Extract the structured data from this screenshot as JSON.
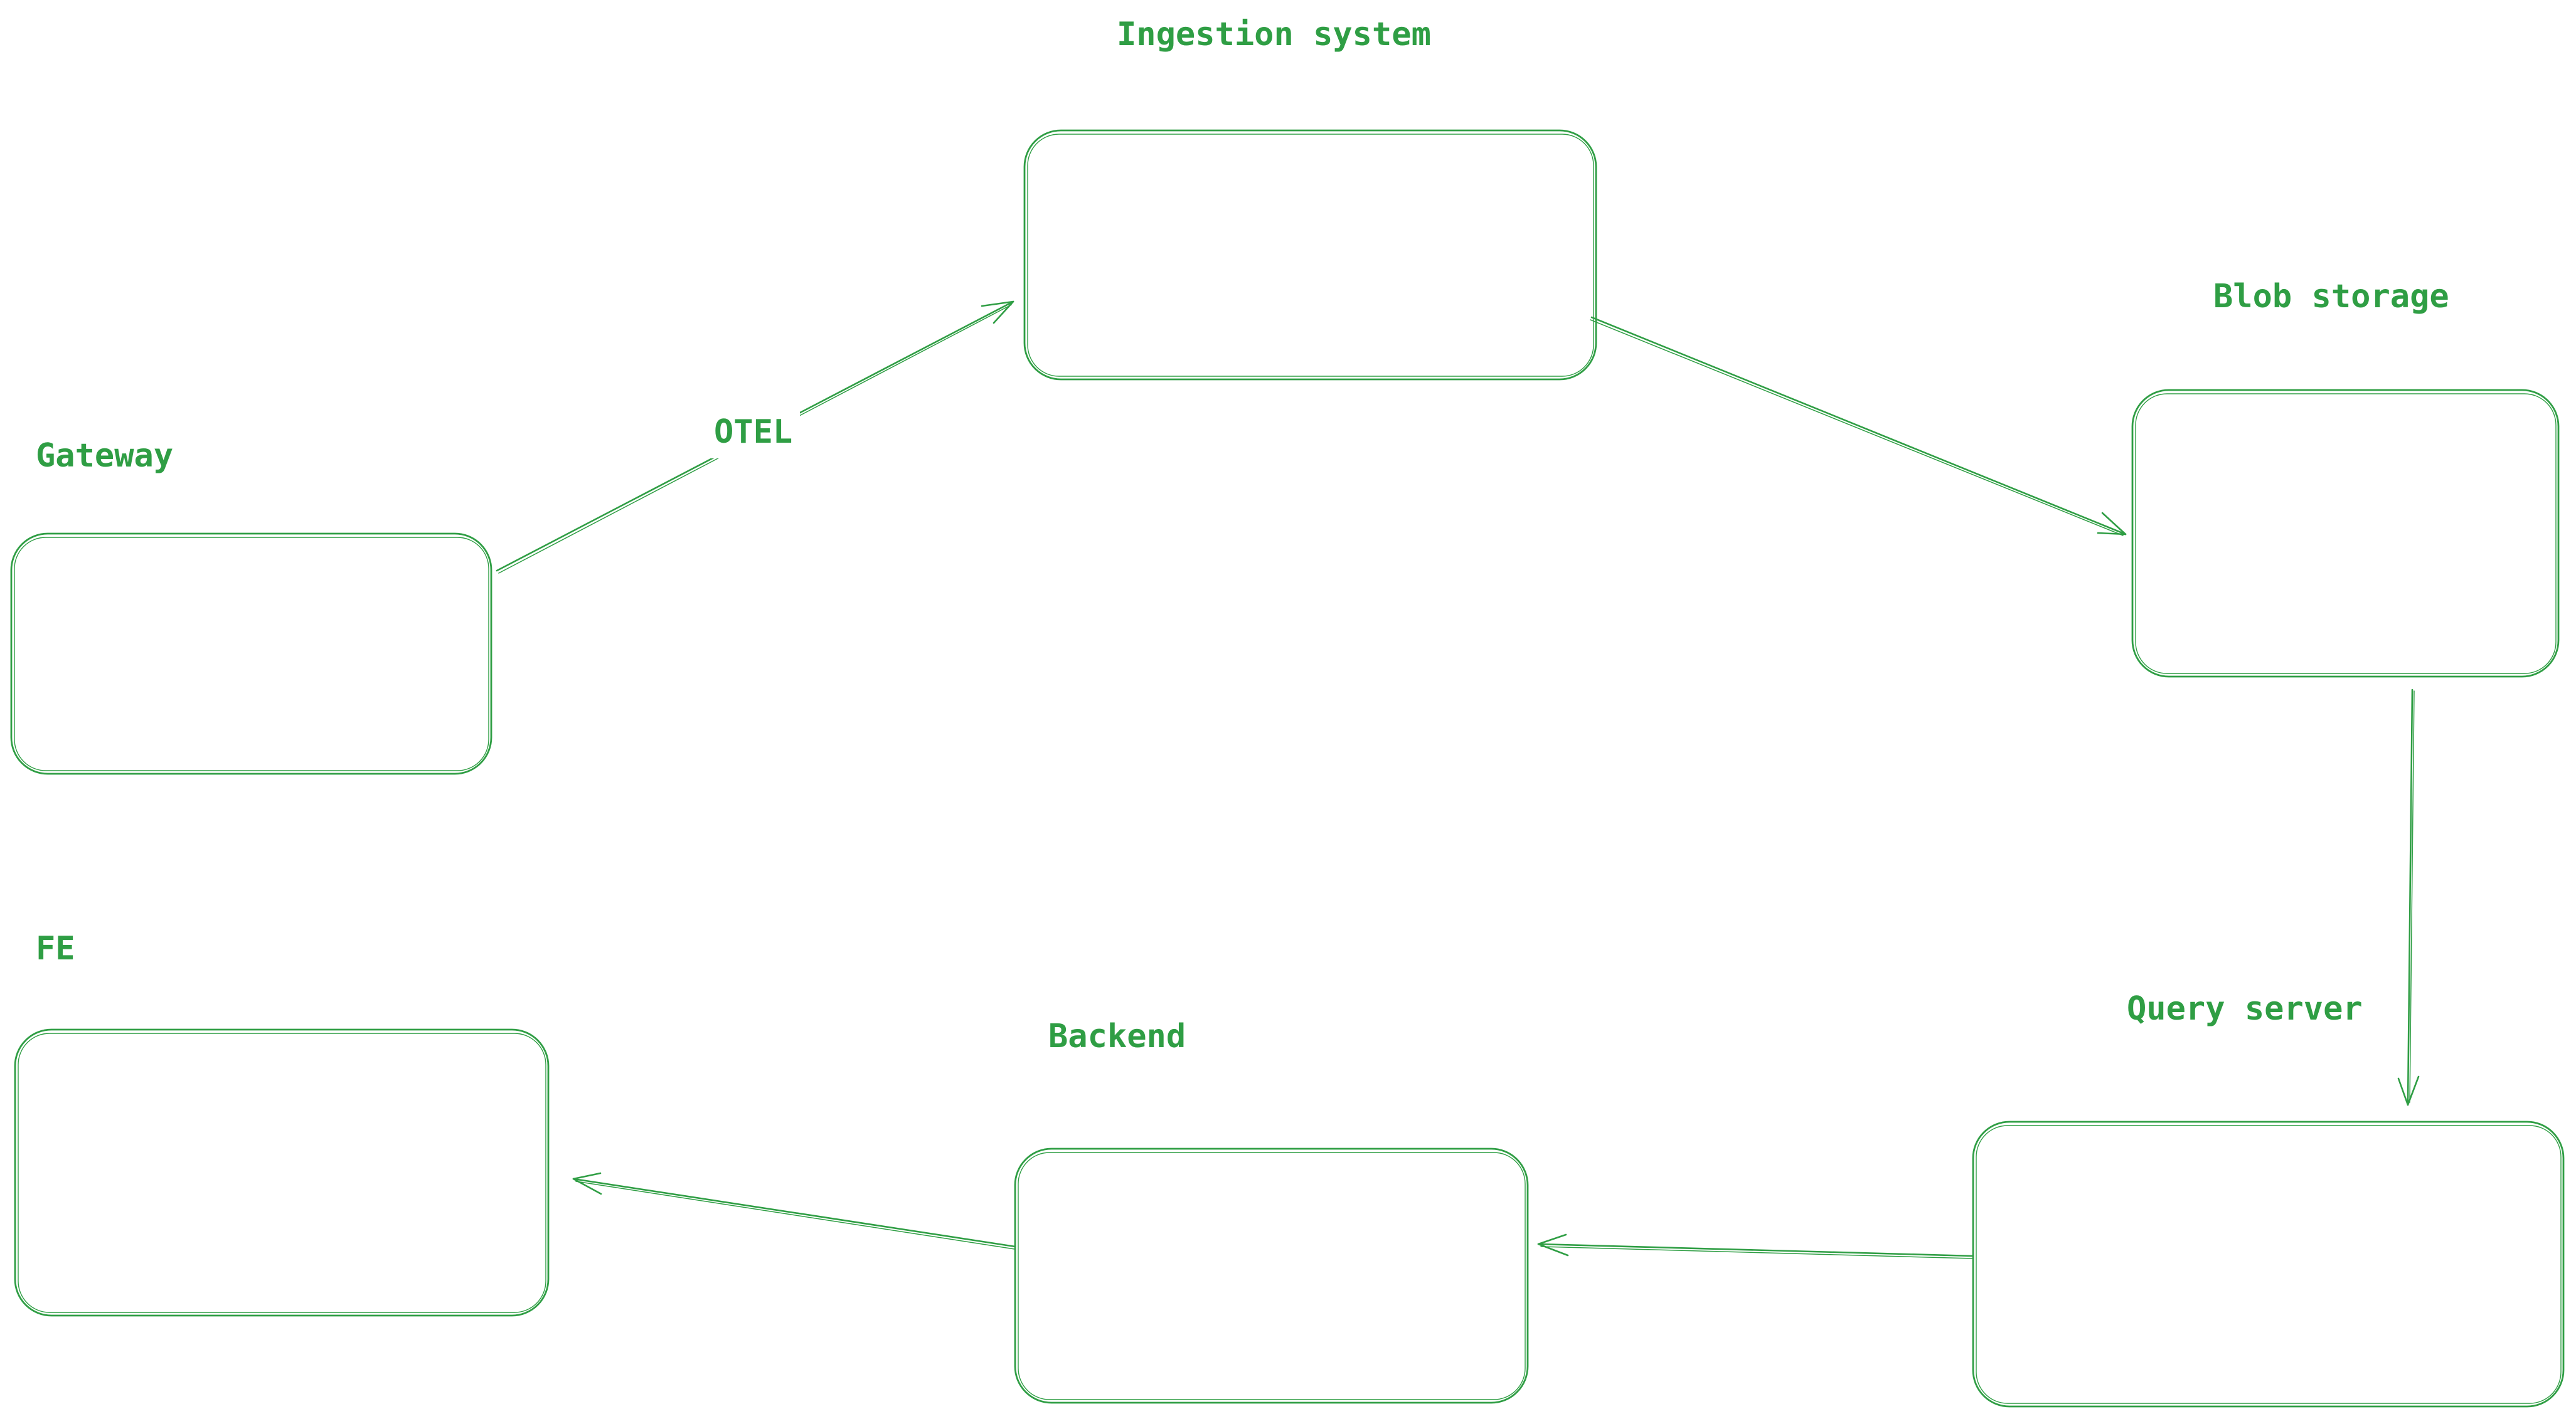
{
  "canvas": {
    "background": "#ffffff",
    "stroke_color": "#2f9e44"
  },
  "nodes": {
    "gateway": {
      "label": "Gateway"
    },
    "ingestion": {
      "label": "Ingestion system"
    },
    "blob_storage": {
      "label": "Blob storage"
    },
    "query_server": {
      "label": "Query server"
    },
    "backend": {
      "label": "Backend"
    },
    "fe": {
      "label": "FE"
    }
  },
  "edges": [
    {
      "from": "gateway",
      "to": "ingestion",
      "label": "OTEL"
    },
    {
      "from": "ingestion",
      "to": "blob_storage",
      "label": ""
    },
    {
      "from": "blob_storage",
      "to": "query_server",
      "label": ""
    },
    {
      "from": "query_server",
      "to": "backend",
      "label": ""
    },
    {
      "from": "backend",
      "to": "fe",
      "label": ""
    }
  ]
}
